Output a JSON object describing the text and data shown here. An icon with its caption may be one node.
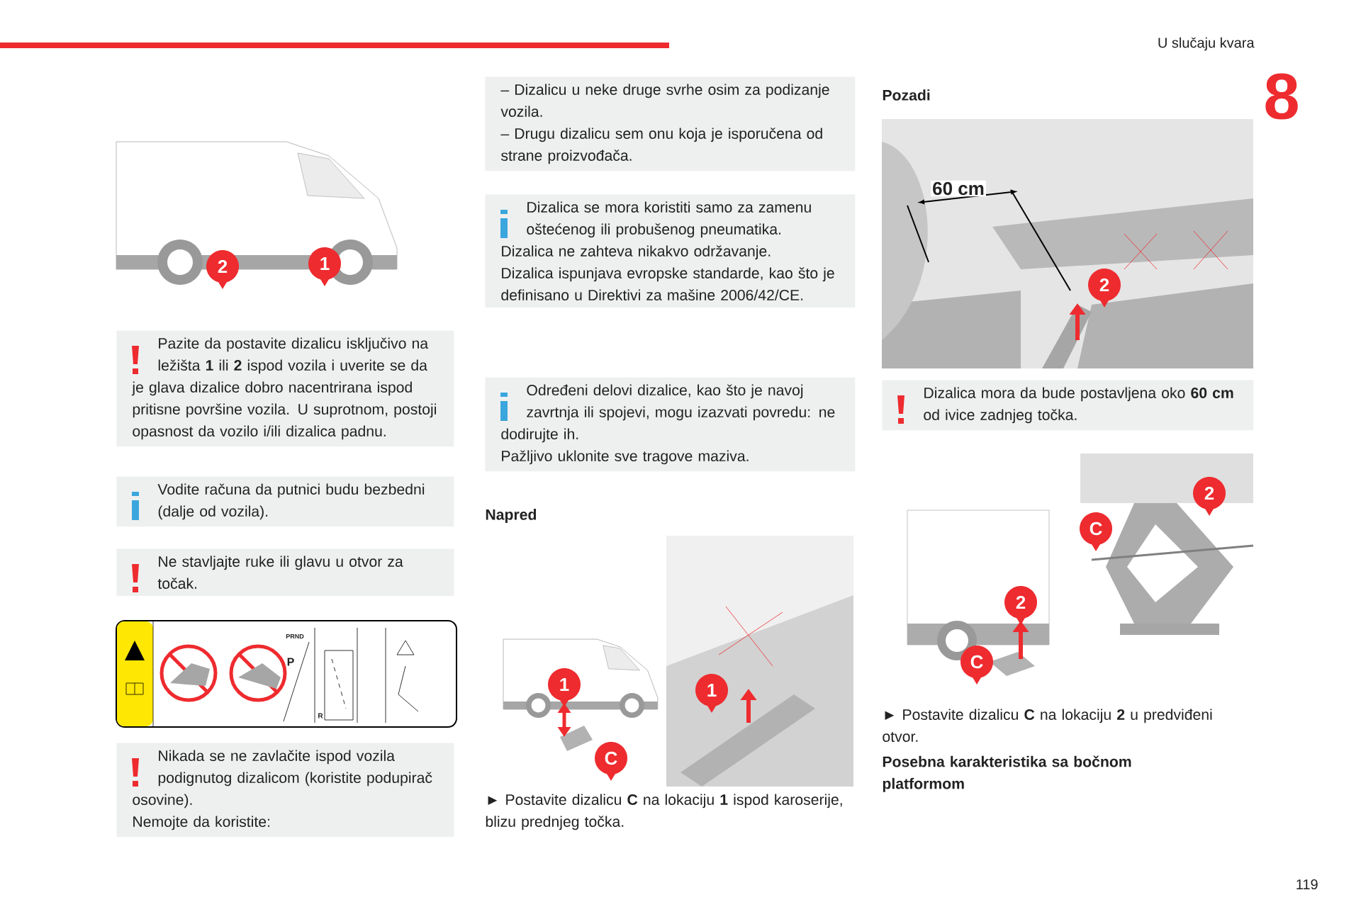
{
  "diagram": {
    "nodes": [
      {
        "text": [
          "Pazite da postavite dizalicu isključivo na ležišta **1** ili **2** ispod vozila i uverite se da je glava dizalice dobro nacentrirana ispod pritisne površine vozila. U suprotnom, postoji opasnost da vozilo i/ili dizalica padnu."
        ]
      },
      {
        "text": [
          "Vodite računa da putnici budu bezbedni (dalje od vozila)."
        ]
      },
      {
        "text": [
          "Ne stavljajte ruke ili glavu u otvor za točak."
        ]
      },
      {
        "text": [
          "Nikada se ne zavlačite ispod vozila podignutog dizalicom (koristite podupirač osovine).",
          "Nemojte da koristite:"
        ]
      },
      {
        "text": [
          "– Dizalicu u neke druge svrhe osim za podizanje vozila.",
          "– Drugu dizalicu sem onu koja je isporučena od strane proizvođača."
        ]
      },
      {
        "text": [
          "Dizalica se mora koristiti samo za zamenu oštećenog ili probušenog pneumatika.",
          "Dizalica ne zahteva nikakvo održavanje.",
          "Dizalica ispunjava evropske standarde, kao što je definisano u Direktivi za mašine 2006/42/CE."
        ]
      },
      {
        "text": [
          "Određeni delovi dizalice, kao što je navoj zavrtnja ili spojevi, mogu izazvati povredu: ne dodirujte ih.",
          "Pažljivo uklonite sve tragove maziva."
        ]
      },
      {
        "text": [
          "Dizalica mora da bude postavljena oko **60 cm** od ivice zadnjeg točka."
        ]
      }
    ],
    "labels": [
      "U slučaju kvara",
      "8",
      "2",
      "1",
      "PRND",
      "P",
      "R",
      "Napred",
      "1",
      "C",
      "1",
      "► Postavite dizalicu **C** na lokaciju **1** ispod karoserije, blizu prednjeg točka.",
      "Pozadi",
      "60 cm",
      "2",
      "2",
      "C",
      "2",
      "C",
      "► Postavite dizalicu **C** na lokaciju **2** u predviđeni otvor.",
      "Posebna karakteristika sa bočnom platformom",
      "119"
    ]
  }
}
